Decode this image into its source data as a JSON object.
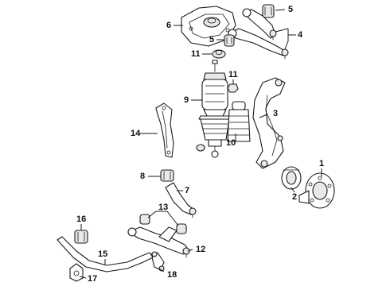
{
  "callouts": {
    "c1": "1",
    "c2": "2",
    "c3": "3",
    "c4": "4",
    "c5a": "5",
    "c5b": "5",
    "c6": "6",
    "c7": "7",
    "c8": "8",
    "c9": "9",
    "c10": "10",
    "c11a": "11",
    "c11b": "11",
    "c12": "12",
    "c13": "13",
    "c14": "14",
    "c15": "15",
    "c16": "16",
    "c17": "17",
    "c18": "18"
  },
  "colors": {
    "line": "#1a1a1a",
    "fill": "#ffffff",
    "shade": "#e9e9e9"
  }
}
